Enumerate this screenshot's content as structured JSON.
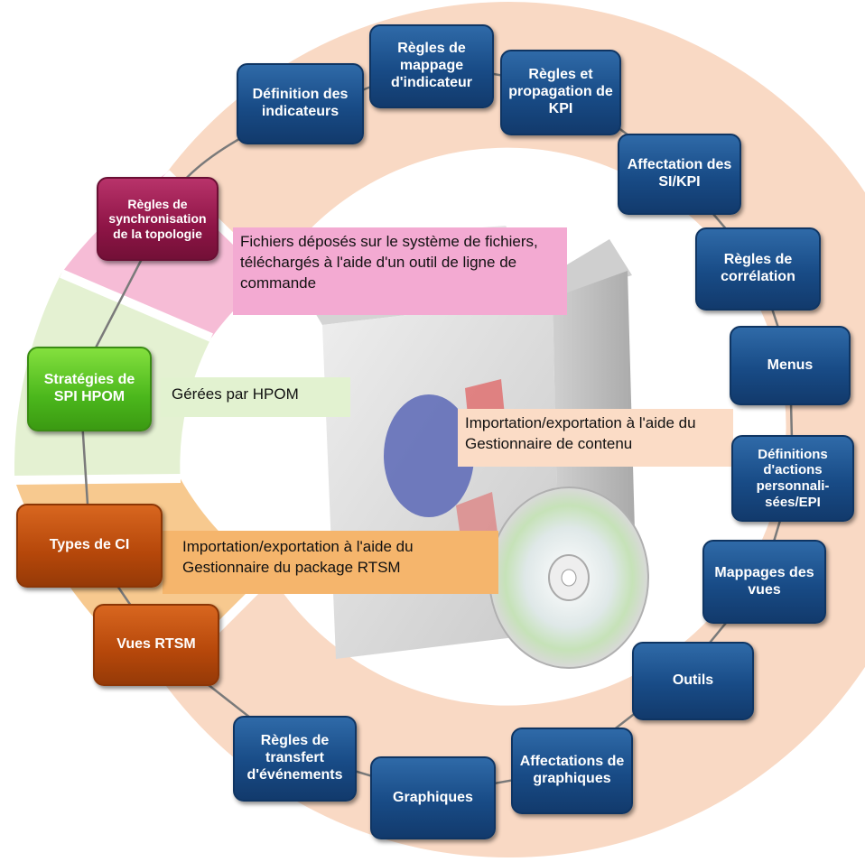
{
  "colors": {
    "ring_default": "#f9d9c4",
    "sector_topology": "#f6bcd6",
    "sector_hpom": "#e4f1d2",
    "sector_rtsm": "#f7c98f",
    "node_blue": "#184b86",
    "node_maroon": "#8e1446",
    "node_green": "#4bb71c",
    "node_orange": "#b5470a",
    "note_pink": "#f3aad2",
    "note_green": "#e2f2d0",
    "note_peach": "#fbdcc6",
    "note_orange": "#f5b56c",
    "connector": "#7a7a7a"
  },
  "nodes": {
    "definition_indicateurs": "Définition des indicateurs",
    "regles_mappage": "Règles de mappage d'indicateur",
    "regles_propagation": "Règles et propagation de KPI",
    "affectation_si_kpi": "Affectation des SI/KPI",
    "regles_correlation": "Règles de corrélation",
    "menus": "Menus",
    "definitions_actions": "Définitions d'actions personnali-sées/EPI",
    "mappages_vues": "Mappages des vues",
    "outils": "Outils",
    "affectations_graphiques": "Affectations de graphiques",
    "graphiques": "Graphiques",
    "regles_transfert": "Règles de transfert d'événements",
    "vues_rtsm": "Vues RTSM",
    "types_ci": "Types de CI",
    "strategies_spi": "Stratégies de SPI HPOM",
    "regles_synchronisation": "Règles de synchronisation de la topologie"
  },
  "notes": {
    "fichiers": "Fichiers déposés sur le système de fichiers, téléchargés à l'aide d'un outil de ligne de commande",
    "hpom": "Gérées par HPOM",
    "contenu": "Importation/exportation à l'aide du Gestionnaire de contenu",
    "rtsm": "Importation/exportation à l'aide du Gestionnaire du package RTSM"
  },
  "icons": {
    "center": "software-box-with-cd-icon"
  }
}
